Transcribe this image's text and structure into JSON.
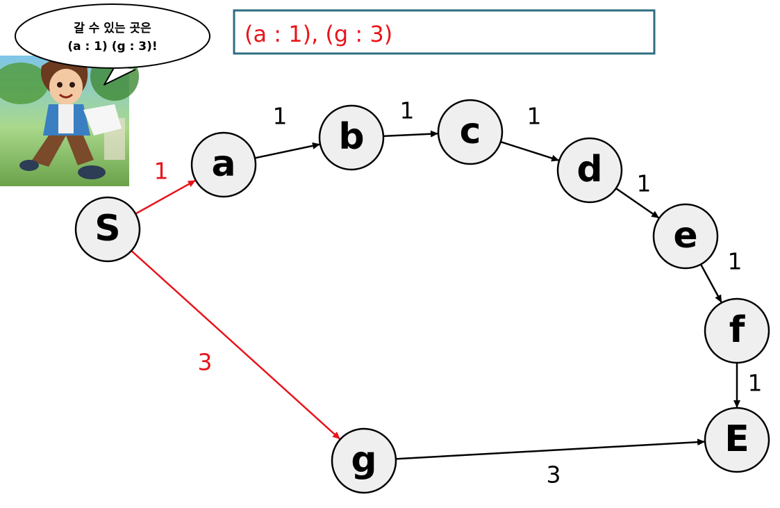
{
  "speech": {
    "line1": "갈 수 있는 곳은",
    "line2": "(a : 1) (g : 3)!"
  },
  "status_box": {
    "text": "(a : 1), (g : 3)"
  },
  "colors": {
    "highlight": "#e8141b",
    "edge": "#000000",
    "node_fill": "#efefef",
    "box_border": "#2e6e80"
  },
  "nodes": {
    "S": "S",
    "a": "a",
    "b": "b",
    "c": "c",
    "d": "d",
    "e": "e",
    "f": "f",
    "g": "g",
    "E": "E"
  },
  "edges": [
    {
      "from": "S",
      "to": "a",
      "weight": "1",
      "highlight": true
    },
    {
      "from": "S",
      "to": "g",
      "weight": "3",
      "highlight": true
    },
    {
      "from": "a",
      "to": "b",
      "weight": "1",
      "highlight": false
    },
    {
      "from": "b",
      "to": "c",
      "weight": "1",
      "highlight": false
    },
    {
      "from": "c",
      "to": "d",
      "weight": "1",
      "highlight": false
    },
    {
      "from": "d",
      "to": "e",
      "weight": "1",
      "highlight": false
    },
    {
      "from": "e",
      "to": "f",
      "weight": "1",
      "highlight": false
    },
    {
      "from": "f",
      "to": "E",
      "weight": "1",
      "highlight": false
    },
    {
      "from": "g",
      "to": "E",
      "weight": "3",
      "highlight": false
    }
  ],
  "character": {
    "icon": "running-boy-character"
  }
}
